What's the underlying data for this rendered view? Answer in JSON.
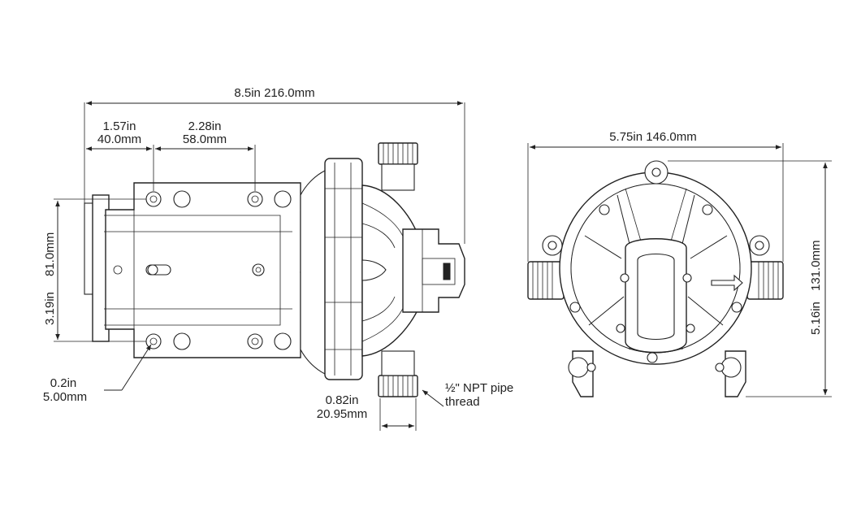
{
  "dimensions": {
    "overall_length": "8.5in 216.0mm",
    "mount_1_in": "1.57in",
    "mount_1_mm": "40.0mm",
    "mount_2_in": "2.28in",
    "mount_2_mm": "58.0mm",
    "height_side_in": "3.19in",
    "height_side_mm": "81.0mm",
    "hole_in": "0.2in",
    "hole_mm": "5.00mm",
    "port_in": "0.82in",
    "port_mm": "20.95mm",
    "thread_1": "½\" NPT pipe",
    "thread_2": "thread",
    "width_front": "5.75in 146.0mm",
    "height_front_in": "5.16in",
    "height_front_mm": "131.0mm"
  }
}
